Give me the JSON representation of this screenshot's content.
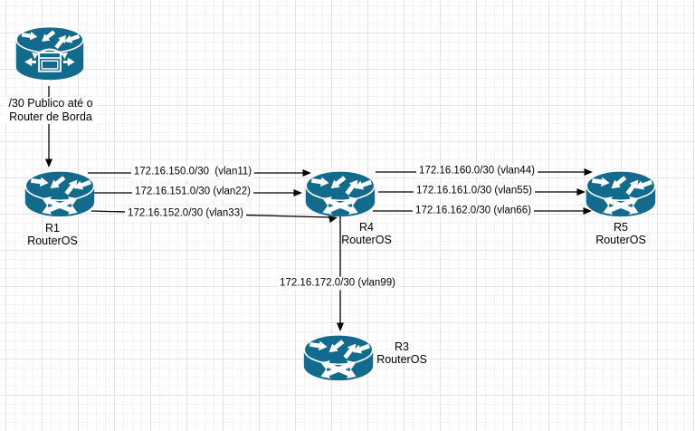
{
  "diagram": {
    "border_router": {
      "label": "/30 Publico até o Router de Borda"
    },
    "nodes": {
      "r1": {
        "name": "R1",
        "os": "RouterOS"
      },
      "r4": {
        "name": "R4",
        "os": "RouterOS"
      },
      "r5": {
        "name": "R5",
        "os": "RouterOS"
      },
      "r3": {
        "name": "R3",
        "os": "RouterOS"
      }
    },
    "links": {
      "vlan11": "172.16.150.0/30  (vlan11)",
      "vlan22": "172.16.151.0/30 (vlan22)",
      "vlan33": "172.16.152.0/30 (vlan33)",
      "vlan44": "172.16.160.0/30 (vlan44)",
      "vlan55": "172.16.161.0/30 (vlan55)",
      "vlan66": "172.16.162.0/30 (vlan66)",
      "vlan99": "172.16.172.0/30 (vlan99)"
    },
    "colors": {
      "node_fill": "#126a8c",
      "edge": "#000000",
      "grid_major": "#e3e3e3",
      "grid_minor": "#f4f2f2",
      "background": "#ffffff"
    }
  }
}
